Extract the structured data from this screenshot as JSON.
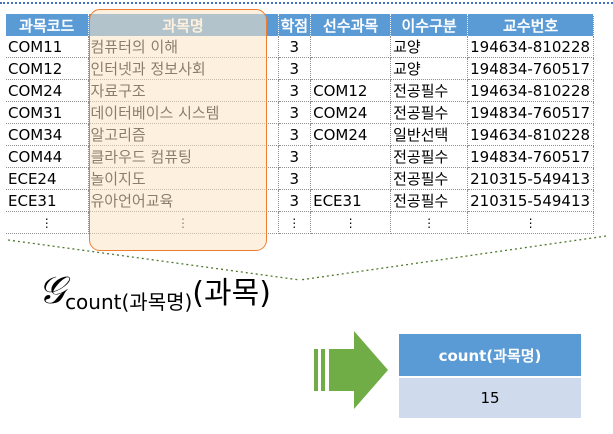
{
  "table": {
    "headers": [
      "과목코드",
      "과목명",
      "학점",
      "선수과목",
      "이수구분",
      "교수번호"
    ],
    "rows": [
      [
        "COM11",
        "컴퓨터의 이해",
        "3",
        "",
        "교양",
        "194634-810228"
      ],
      [
        "COM12",
        "인터넷과 정보사회",
        "3",
        "",
        "교양",
        "194834-760517"
      ],
      [
        "COM24",
        "자료구조",
        "3",
        "COM12",
        "전공필수",
        "194634-810228"
      ],
      [
        "COM31",
        "데이터베이스 시스템",
        "3",
        "COM24",
        "전공필수",
        "194834-760517"
      ],
      [
        "COM34",
        "알고리즘",
        "3",
        "COM24",
        "일반선택",
        "194634-810228"
      ],
      [
        "COM44",
        "클라우드 컴퓨팅",
        "3",
        "",
        "전공필수",
        "194834-760517"
      ],
      [
        "ECE24",
        "놀이지도",
        "3",
        "",
        "전공필수",
        "210315-549413"
      ],
      [
        "ECE31",
        "유아언어교육",
        "3",
        "ECE31",
        "전공필수",
        "210315-549413"
      ]
    ],
    "ellipsis": "⋮"
  },
  "expression": {
    "operator": "𝒢",
    "subscript": "count(과목명)",
    "argument": "(과목)"
  },
  "result": {
    "header": "count(과목명)",
    "value": "15"
  },
  "colors": {
    "header_blue": "#5b9bd5",
    "highlight_border": "#ed7d31",
    "highlight_fill": "#fce4c3",
    "arrow_green": "#70ad47",
    "result_cell": "#cfdaec",
    "guide_line": "#4f7a2e"
  }
}
